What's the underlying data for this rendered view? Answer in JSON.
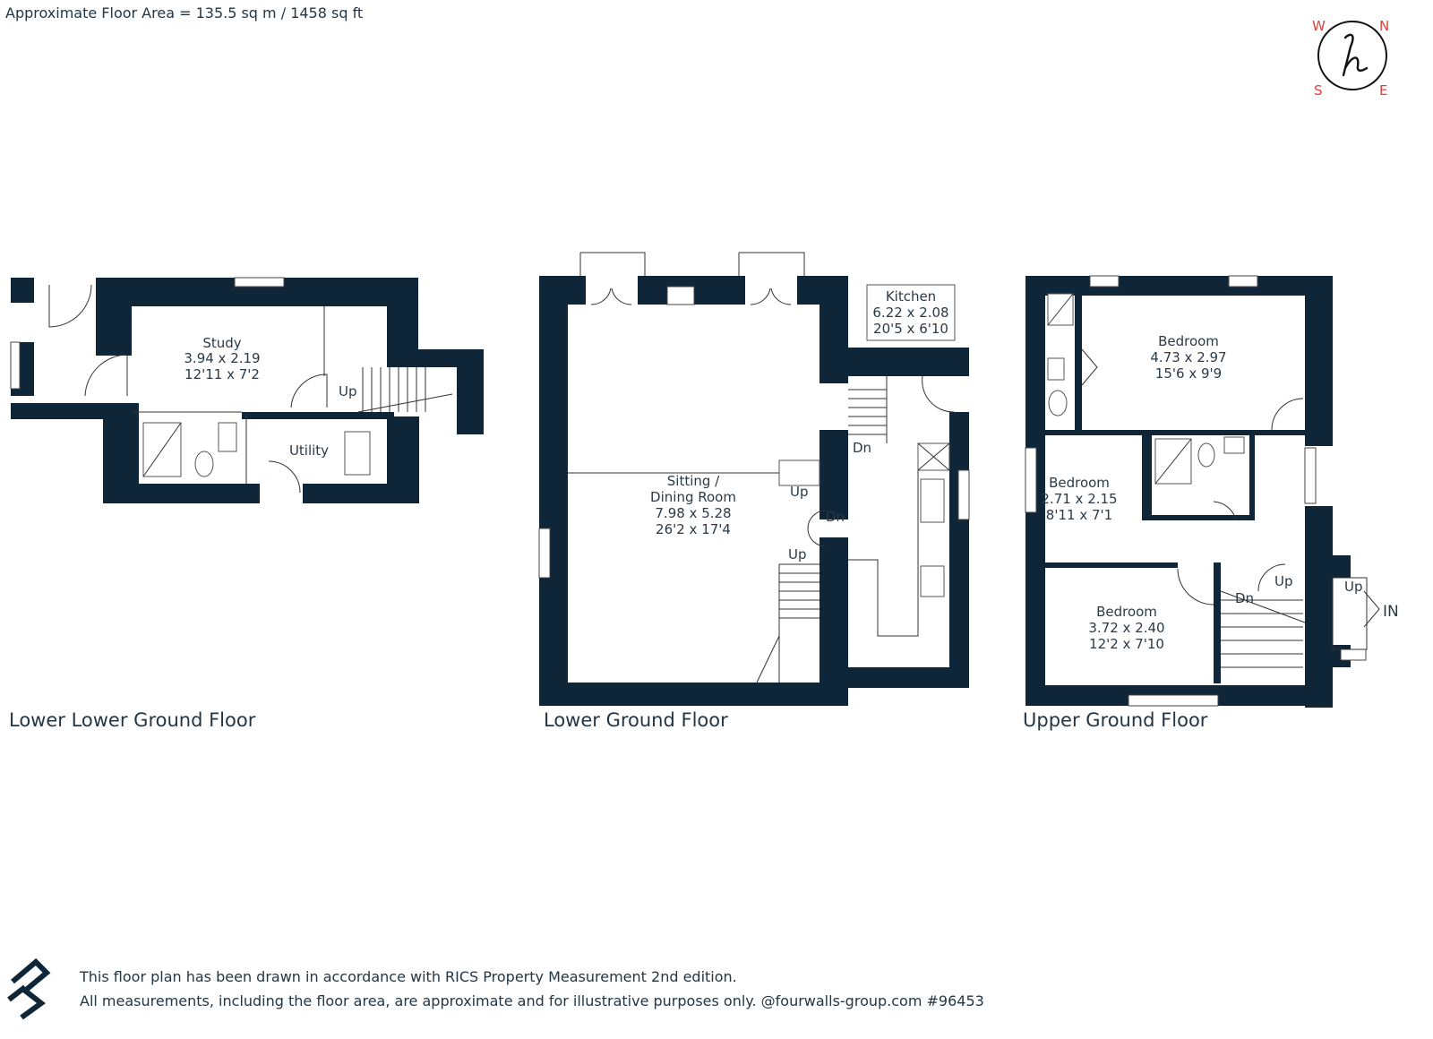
{
  "header": {
    "floor_area": "Approximate Floor Area = 135.5 sq m / 1458 sq ft"
  },
  "compass": {
    "w": "W",
    "n": "N",
    "s": "S",
    "e": "E",
    "accent": "#e0403a"
  },
  "floors": {
    "lower_lower": {
      "title": "Lower Lower Ground Floor",
      "study": {
        "name": "Study",
        "metric": "3.94 x 2.19",
        "imperial": "12'11 x 7'2"
      },
      "utility": {
        "name": "Utility"
      },
      "stairs": {
        "up": "Up"
      }
    },
    "lower": {
      "title": "Lower Ground Floor",
      "kitchen": {
        "name": "Kitchen",
        "metric": "6.22 x 2.08",
        "imperial": "20'5 x 6'10"
      },
      "sitting": {
        "name1": "Sitting /",
        "name2": "Dining Room",
        "metric": "7.98 x 5.28",
        "imperial": "26'2 x 17'4"
      },
      "stairs": {
        "dn1": "Dn",
        "up1": "Up",
        "dn2": "Dn",
        "up2": "Up"
      }
    },
    "upper": {
      "title": "Upper Ground Floor",
      "bed1": {
        "name": "Bedroom",
        "metric": "4.73 x 2.97",
        "imperial": "15'6 x 9'9"
      },
      "bed2": {
        "name": "Bedroom",
        "metric": "2.71 x 2.15",
        "imperial": "8'11 x 7'1"
      },
      "bed3": {
        "name": "Bedroom",
        "metric": "3.72 x 2.40",
        "imperial": "12'2 x 7'10"
      },
      "stairs": {
        "up1": "Up",
        "dn": "Dn",
        "up2": "Up"
      },
      "entrance": "IN"
    }
  },
  "footer": {
    "line1": "This floor plan has been drawn in accordance with RICS Property Measurement 2nd edition.",
    "line2": "All measurements, including the floor area, are approximate and for illustrative purposes only. @fourwalls-group.com #96453"
  },
  "colors": {
    "wall": "#0f2538"
  }
}
